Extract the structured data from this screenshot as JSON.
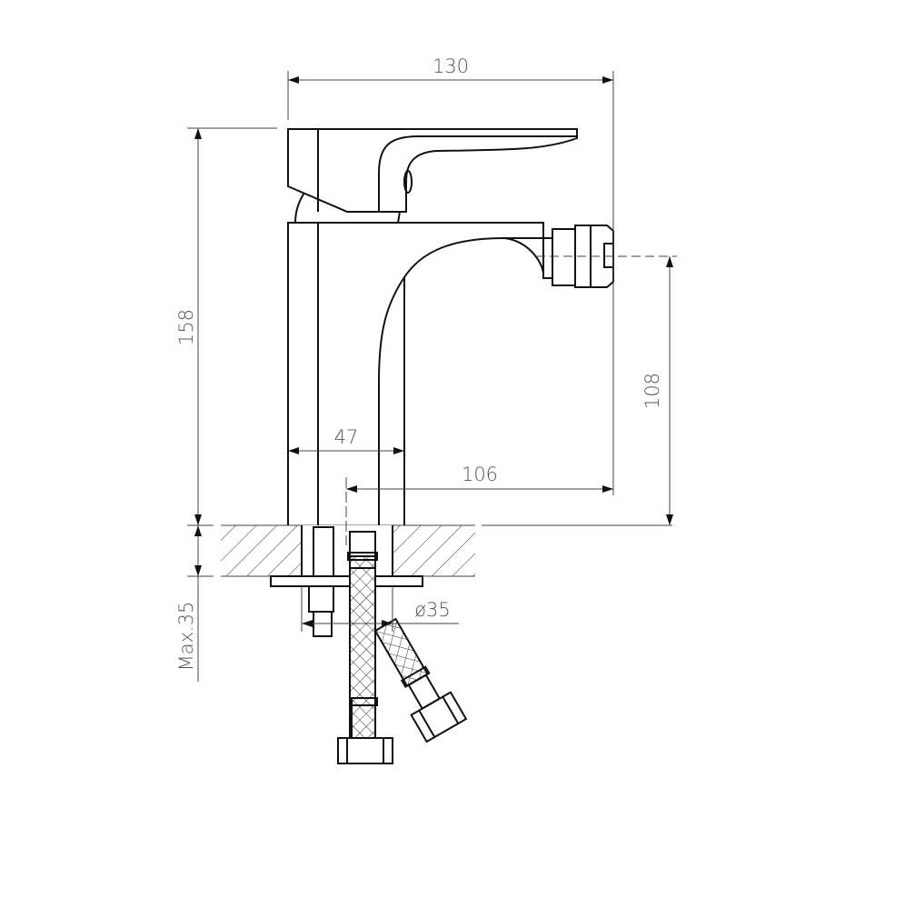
{
  "drawing": {
    "subject": "Bidet mixer faucet technical side view",
    "dimensions": {
      "overall_width": "130",
      "overall_height": "158",
      "spout_height": "108",
      "body_width": "47",
      "spout_reach": "106",
      "mounting_hole": "ø35",
      "max_countertop": "Max.35"
    }
  }
}
